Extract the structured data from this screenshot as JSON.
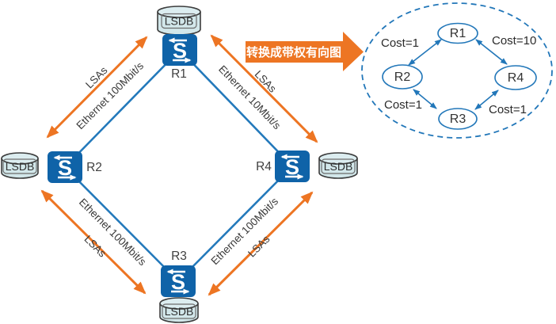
{
  "lsdb": {
    "label": "LSDB"
  },
  "routers": {
    "r1": {
      "label": "R1",
      "icon_letter": "S"
    },
    "r2": {
      "label": "R2",
      "icon_letter": "S"
    },
    "r3": {
      "label": "R3",
      "icon_letter": "S"
    },
    "r4": {
      "label": "R4",
      "icon_letter": "S"
    }
  },
  "links": {
    "r1_r2": {
      "bandwidth": "Ethernet 100Mbit/s",
      "lsa": "LSAs"
    },
    "r1_r4": {
      "bandwidth": "Ethernet 10Mbit/s",
      "lsa": "LSAs"
    },
    "r2_r3": {
      "bandwidth": "Ethernet 100Mbit/s",
      "lsa": "LSAs"
    },
    "r3_r4": {
      "bandwidth": "Ethernet 100Mbit/s",
      "lsa": "LSAs"
    }
  },
  "banner": {
    "label": "转换成带权有向图"
  },
  "graph": {
    "nodes": {
      "r1": "R1",
      "r2": "R2",
      "r3": "R3",
      "r4": "R4"
    },
    "costs": {
      "r1_r2": "Cost=1",
      "r1_r4": "Cost=10",
      "r2_r3": "Cost=1",
      "r3_r4": "Cost=1"
    }
  },
  "colors": {
    "orange": "#ed7523",
    "link_blue": "#2379bb",
    "router_blue": "#0f63a8",
    "lsdb_fill": "#d2e7ea",
    "graph_blue": "#2277b9",
    "text": "#3a3a3a"
  }
}
